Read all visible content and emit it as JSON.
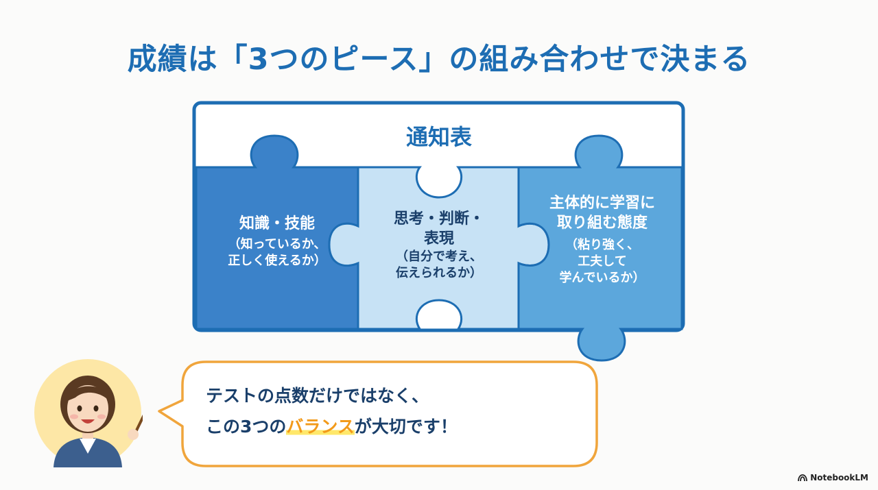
{
  "title": "成績は「3つのピース」の組み合わせで決まる",
  "report_card": {
    "label": "通知表"
  },
  "pieces": [
    {
      "heading": "知識・技能",
      "sub_lines": [
        "（知っているか、",
        "正しく使えるか）"
      ],
      "color": "#3b82c9"
    },
    {
      "heading_lines": [
        "思考・判断・",
        "表現"
      ],
      "sub_lines": [
        "（自分で考え、",
        "伝えられるか）"
      ],
      "color": "#c7e2f5"
    },
    {
      "heading_lines": [
        "主体的に学習に",
        "取り組む態度"
      ],
      "sub_lines": [
        "（粘り強く、",
        "工夫して",
        "学んでいるか）"
      ],
      "color": "#5ca7dc"
    }
  ],
  "speech": {
    "line1": "テストの点数だけではなく、",
    "line2_pre": "この3つの",
    "line2_highlight": "バランス",
    "line2_post": "が大切です！"
  },
  "brand": "NotebookLM",
  "colors": {
    "accent": "#1d6db3",
    "highlight": "#f29a1a",
    "bubble_border": "#f0a53c"
  }
}
